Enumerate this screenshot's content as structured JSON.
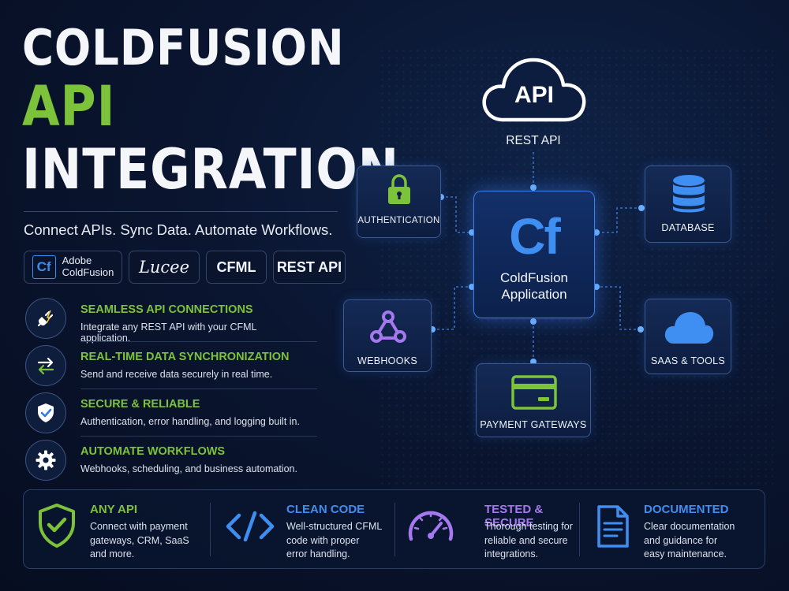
{
  "title": {
    "line1": "COLDFUSION",
    "line2": "API",
    "line3": "INTEGRATION"
  },
  "tagline": "Connect APIs. Sync Data. Automate Workflows.",
  "badges": {
    "cf_icon": "Cf",
    "adobe_line1": "Adobe",
    "adobe_line2": "ColdFusion",
    "lucee": "Lucee",
    "cfml": "CFML",
    "rest_api": "REST API"
  },
  "features": [
    {
      "title": "SEAMLESS API CONNECTIONS",
      "desc": "Integrate any REST API with your CFML application.",
      "icon": "plug-icon"
    },
    {
      "title": "REAL-TIME DATA SYNCHRONIZATION",
      "desc": "Send and receive data securely in real time.",
      "icon": "sync-arrows-icon"
    },
    {
      "title": "SECURE & RELIABLE",
      "desc": "Authentication, error handling, and logging built in.",
      "icon": "shield-check-icon"
    },
    {
      "title": "AUTOMATE WORKFLOWS",
      "desc": "Webhooks, scheduling, and business automation.",
      "icon": "gear-icon"
    }
  ],
  "diagram": {
    "cloud_text": "API",
    "rest_label": "REST API",
    "center_icon": "Cf",
    "center_line1": "ColdFusion",
    "center_line2": "Application",
    "auth": "AUTHENTICATION",
    "database": "DATABASE",
    "webhooks": "WEBHOOKS",
    "saas": "SAAS & TOOLS",
    "payment": "PAYMENT GATEWAYS"
  },
  "bottom": [
    {
      "title": "ANY API",
      "desc": [
        "Connect with payment",
        "gateways, CRM, SaaS",
        "and more."
      ],
      "color": "#7cc23a",
      "icon": "shield-check-icon"
    },
    {
      "title": "CLEAN CODE",
      "desc": [
        "Well-structured CFML",
        "code with proper",
        "error handling."
      ],
      "color": "#3f8ef2",
      "icon": "code-icon"
    },
    {
      "title": "TESTED & SECURE",
      "desc": [
        "Thorough testing for",
        "reliable and secure",
        "integrations."
      ],
      "color": "#a578f0",
      "icon": "speedometer-icon"
    },
    {
      "title": "DOCUMENTED",
      "desc": [
        "Clear documentation",
        "and guidance for",
        "easy maintenance."
      ],
      "color": "#3f8ef2",
      "icon": "document-icon"
    }
  ],
  "colors": {
    "accent_green": "#7cc23a",
    "accent_blue": "#3f8ef2",
    "accent_purple": "#a578f0",
    "background": "#0a1530"
  }
}
